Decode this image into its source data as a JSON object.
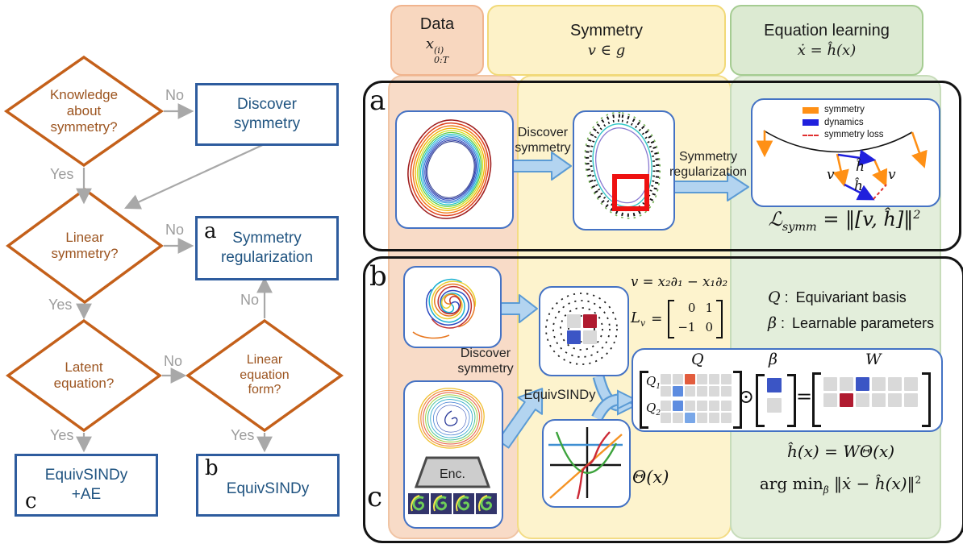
{
  "colors": {
    "diamond_border": "#c4601a",
    "diamond_text": "#9c541f",
    "box_border": "#2e5c9e",
    "box_text": "#1f5380",
    "arrow_gray": "#a8a8a8",
    "band_pink": "#f8dbc7",
    "band_yellow": "#fdf3cd",
    "band_green": "#e3eedb",
    "blue_arrow_fill": "#b3d4f0",
    "blue_arrow_edge": "#5b9bd5",
    "legend_orange": "#ff9015",
    "legend_blue": "#2020dd",
    "legend_red": "#e03030",
    "cells": {
      "g": "#d9d9d9",
      "o": "#e25c3d",
      "b": "#5d8ce0",
      "lb": "#79a7e8",
      "db": "#3b55c5",
      "r": "#b01b30"
    }
  },
  "flowchart": {
    "no": "No",
    "yes": "Yes",
    "diamond1": {
      "line1": "Knowledge",
      "line2": "about",
      "line3": "symmetry?"
    },
    "diamond2": {
      "line1": "Linear",
      "line2": "symmetry?"
    },
    "diamond3": {
      "line1": "Latent",
      "line2": "equation?"
    },
    "diamond4": {
      "line1": "Linear",
      "line2": "equation",
      "line3": "form?"
    },
    "box_discover": {
      "line1": "Discover",
      "line2": "symmetry"
    },
    "box_symreg": {
      "tag": "a",
      "line1": "Symmetry",
      "line2": "regularization"
    },
    "box_equivae": {
      "tag": "c",
      "line1": "EquivSINDy",
      "line2": "+AE"
    },
    "box_equiv": {
      "tag": "b",
      "line1": "EquivSINDy"
    }
  },
  "headers": {
    "data": {
      "title": "Data",
      "math_base": "x",
      "math_sup": "(i)",
      "math_sub": "0:T"
    },
    "symmetry": {
      "title": "Symmetry",
      "math": "v ∈ g"
    },
    "equation": {
      "title": "Equation learning",
      "math": "ẋ = ĥ(x)"
    }
  },
  "panel_a": {
    "tag": "a",
    "arrow1": {
      "line1": "Discover",
      "line2": "symmetry"
    },
    "arrow2": {
      "line1": "Symmetry",
      "line2": "regularization"
    },
    "legend": {
      "symmetry": "symmetry",
      "dynamics": "dynamics",
      "loss": "symmetry loss"
    },
    "vectors": {
      "v1": "v",
      "h1": "ĥ",
      "v2": "v",
      "h2": "ĥ"
    },
    "equation": {
      "L": "ℒ",
      "sub": "symm",
      "body": " = ‖[v, ĥ]‖",
      "sup": "2"
    }
  },
  "panel_b": {
    "tag": "b",
    "tag_c": "c",
    "discover": {
      "line1": "Discover",
      "line2": "symmetry"
    },
    "equivsindy": "EquivSINDy",
    "enc": "Enc.",
    "v_eq": "v = x₂∂₁ − x₁∂₂",
    "Lv": {
      "name": "L",
      "sub": "v",
      "eq": "=",
      "m00": "0",
      "m01": "1",
      "m10": "−1",
      "m11": "0"
    },
    "theta_label": "Θ(x)",
    "legendQ": {
      "sym": "Q",
      "sep": ":",
      "desc": "Equivariant basis"
    },
    "legendB": {
      "sym": "β",
      "sep": ":",
      "desc": "Learnable parameters"
    },
    "matrix": {
      "Q_label": "Q",
      "beta_label": "β",
      "W_label": "W",
      "Q1": "Q",
      "Q1_sub": "1",
      "Q2": "Q",
      "Q2_sub": "2",
      "odot": "⊙",
      "equals": "=",
      "grids": {
        "Q1": [
          [
            "g",
            "g",
            "o",
            "g",
            "g",
            "g"
          ],
          [
            "g",
            "b",
            "g",
            "g",
            "g",
            "g"
          ]
        ],
        "Q2": [
          [
            "g",
            "b",
            "g",
            "g",
            "g",
            "g"
          ],
          [
            "g",
            "g",
            "lb",
            "g",
            "g",
            "g"
          ]
        ],
        "beta": [
          [
            "db"
          ],
          [
            "g"
          ]
        ],
        "W": [
          [
            "g",
            "g",
            "db",
            "g",
            "g",
            "g"
          ],
          [
            "g",
            "r",
            "g",
            "g",
            "g",
            "g"
          ]
        ],
        "vf": [
          [
            "g",
            "r"
          ],
          [
            "db",
            "g"
          ]
        ]
      }
    },
    "h_eq": "ĥ(x) = WΘ(x)",
    "argmin": {
      "pre": "arg min",
      "sub": "β",
      "body": " ‖ẋ − ĥ(x)‖",
      "sup": "2"
    }
  }
}
